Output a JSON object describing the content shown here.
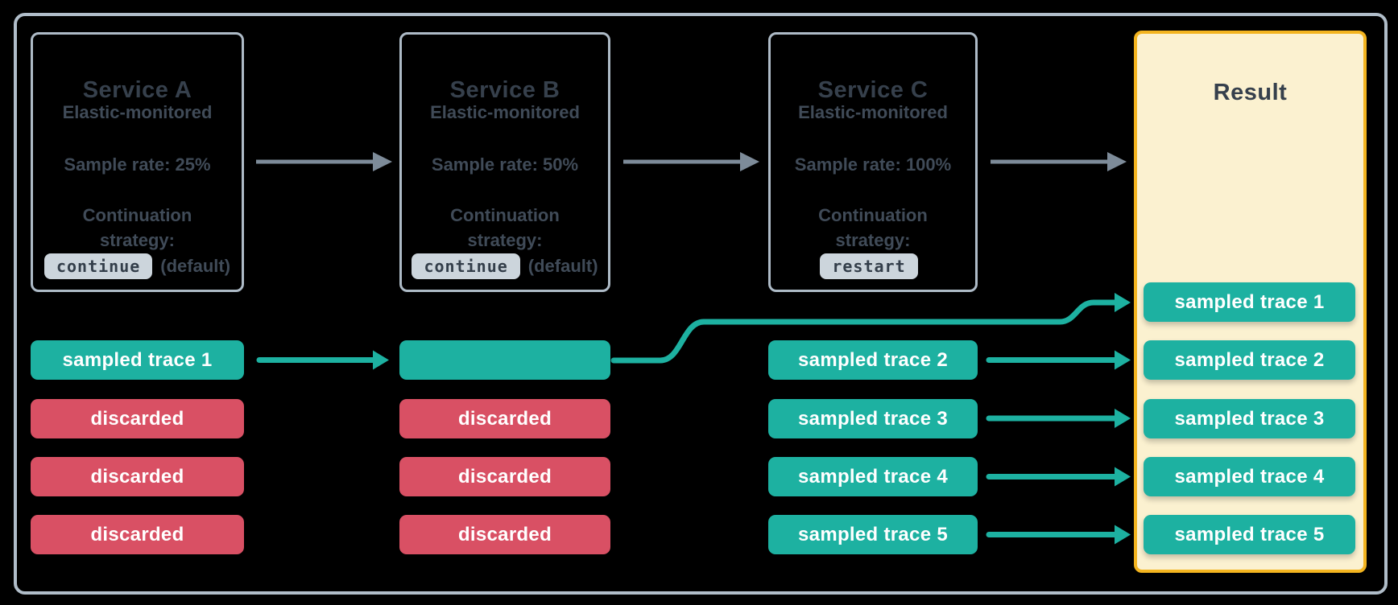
{
  "colors": {
    "background": "#000000",
    "frame_border": "#b0bdc9",
    "box_border": "#aebbc7",
    "heading_text": "#36404c",
    "body_text": "#404b58",
    "chip_bg": "#ccd5dc",
    "chip_text": "#333e4a",
    "teal": "#1db1a1",
    "red": "#d95064",
    "arrow_gray": "#7d8b99",
    "result_border": "#f3b41f",
    "result_bg": "#fbf1d0",
    "pill_text": "#ffffff"
  },
  "services": [
    {
      "name": "Service A",
      "monitored": "Elastic-monitored",
      "sample_rate": "Sample rate: 25%",
      "strategy_line1": "Continuation",
      "strategy_line2": "strategy:",
      "strategy_value": "continue",
      "strategy_suffix": "(default)"
    },
    {
      "name": "Service B",
      "monitored": "Elastic-monitored",
      "sample_rate": "Sample rate: 50%",
      "strategy_line1": "Continuation",
      "strategy_line2": "strategy:",
      "strategy_value": "continue",
      "strategy_suffix": "(default)"
    },
    {
      "name": "Service C",
      "monitored": "Elastic-monitored",
      "sample_rate": "Sample rate: 100%",
      "strategy_line1": "Continuation",
      "strategy_line2": "strategy:",
      "strategy_value": "restart",
      "strategy_suffix": ""
    }
  ],
  "result": {
    "title": "Result",
    "pills": [
      "sampled trace 1",
      "sampled trace 2",
      "sampled trace 3",
      "sampled trace 4",
      "sampled trace 5"
    ]
  },
  "columns": [
    {
      "pills": [
        {
          "label": "sampled trace 1",
          "status": "sampled"
        },
        {
          "label": "discarded",
          "status": "discarded"
        },
        {
          "label": "discarded",
          "status": "discarded"
        },
        {
          "label": "discarded",
          "status": "discarded"
        }
      ]
    },
    {
      "pills": [
        {
          "label": "",
          "status": "sampled"
        },
        {
          "label": "discarded",
          "status": "discarded"
        },
        {
          "label": "discarded",
          "status": "discarded"
        },
        {
          "label": "discarded",
          "status": "discarded"
        }
      ]
    },
    {
      "pills": [
        {
          "label": "sampled trace 2",
          "status": "sampled"
        },
        {
          "label": "sampled trace 3",
          "status": "sampled"
        },
        {
          "label": "sampled trace 4",
          "status": "sampled"
        },
        {
          "label": "sampled trace 5",
          "status": "sampled"
        }
      ]
    }
  ]
}
